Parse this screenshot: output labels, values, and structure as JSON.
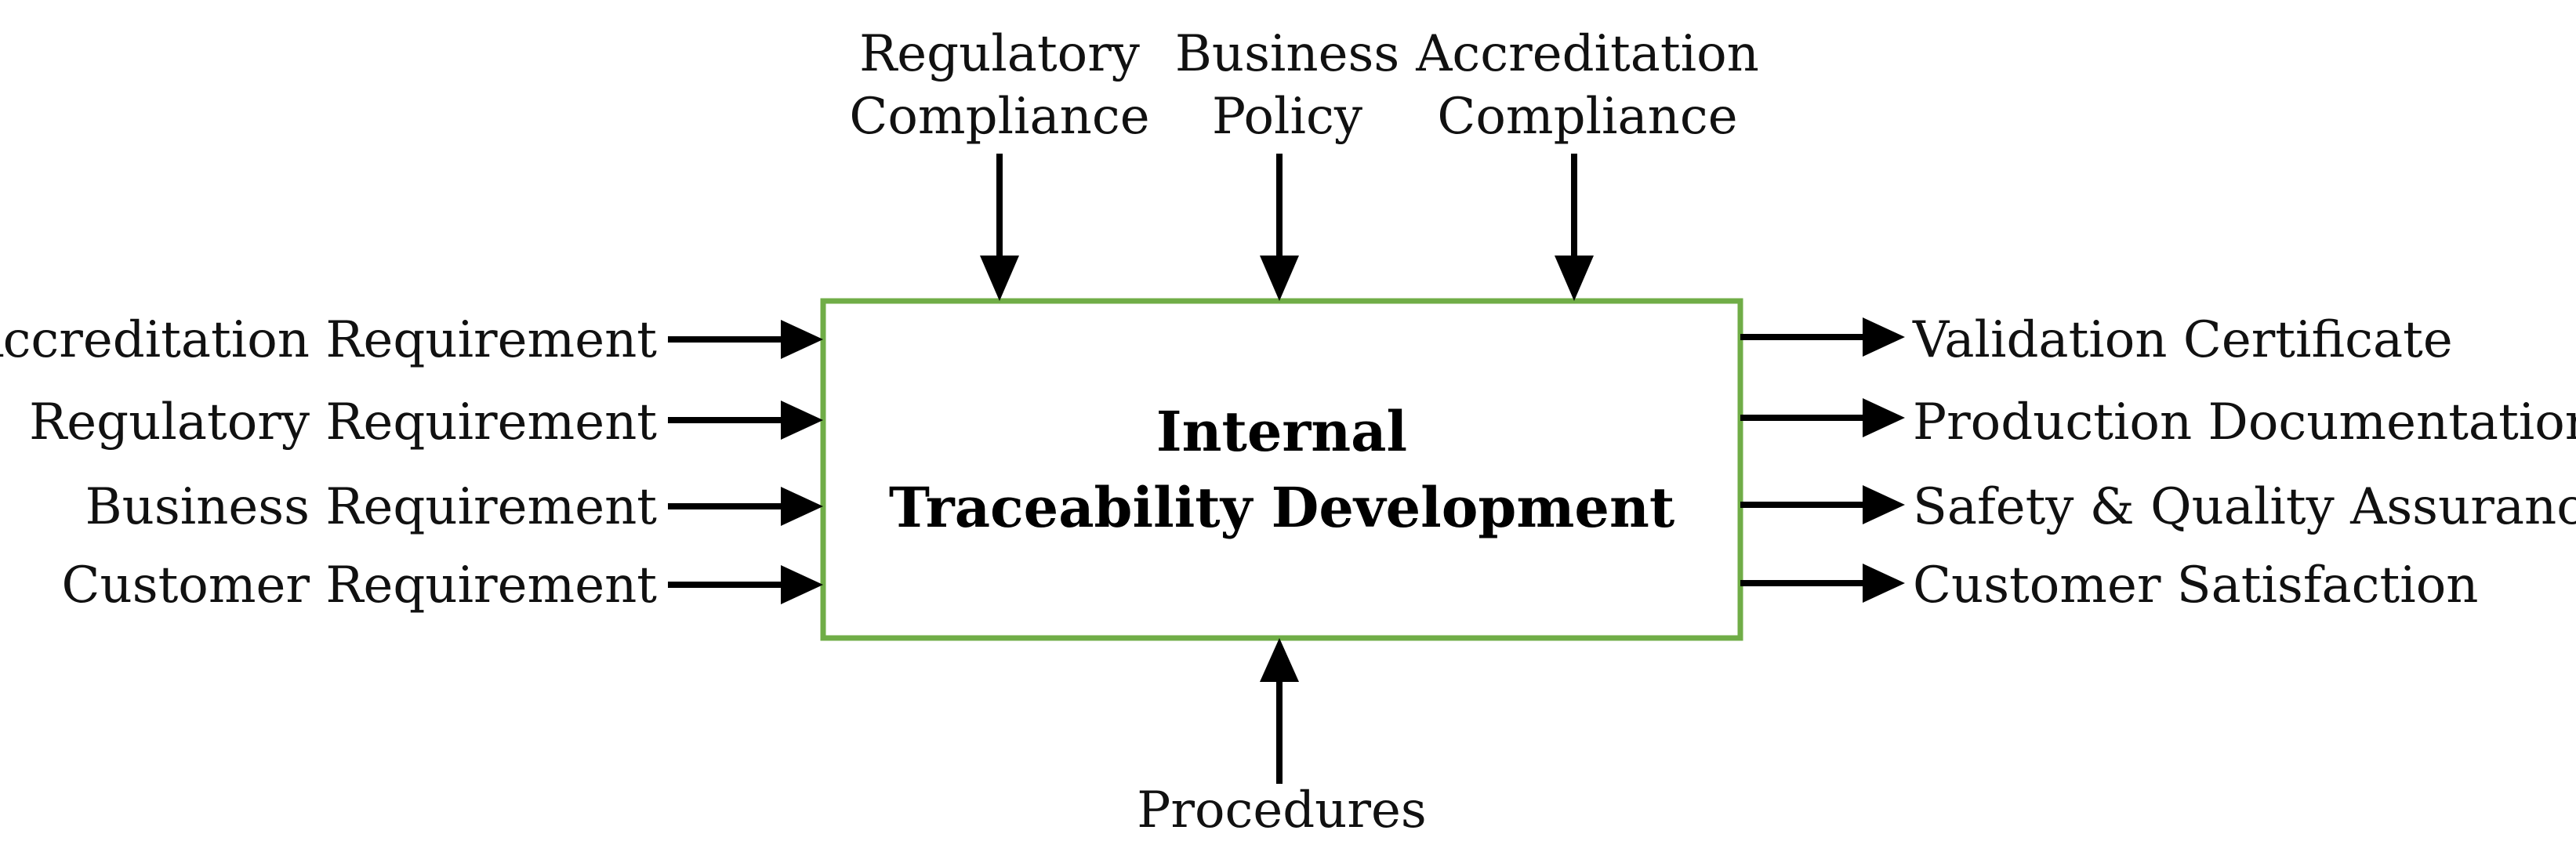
{
  "process": {
    "title_line1": "Internal",
    "title_line2": "Traceability Development"
  },
  "controls": [
    {
      "line1": "Regulatory",
      "line2": "Compliance"
    },
    {
      "line1": "Business",
      "line2": "Policy"
    },
    {
      "line1": "Accreditation",
      "line2": "Compliance"
    }
  ],
  "inputs": [
    "Accreditation Requirement",
    "Regulatory Requirement",
    "Business Requirement",
    "Customer Requirement"
  ],
  "outputs": [
    "Validation Certificate",
    "Production Documentation",
    "Safety & Quality Assurance",
    "Customer Satisfaction"
  ],
  "mechanism": "Procedures",
  "colors": {
    "box_border": "#70AD47",
    "arrows": "#000000",
    "text": "#111111"
  }
}
